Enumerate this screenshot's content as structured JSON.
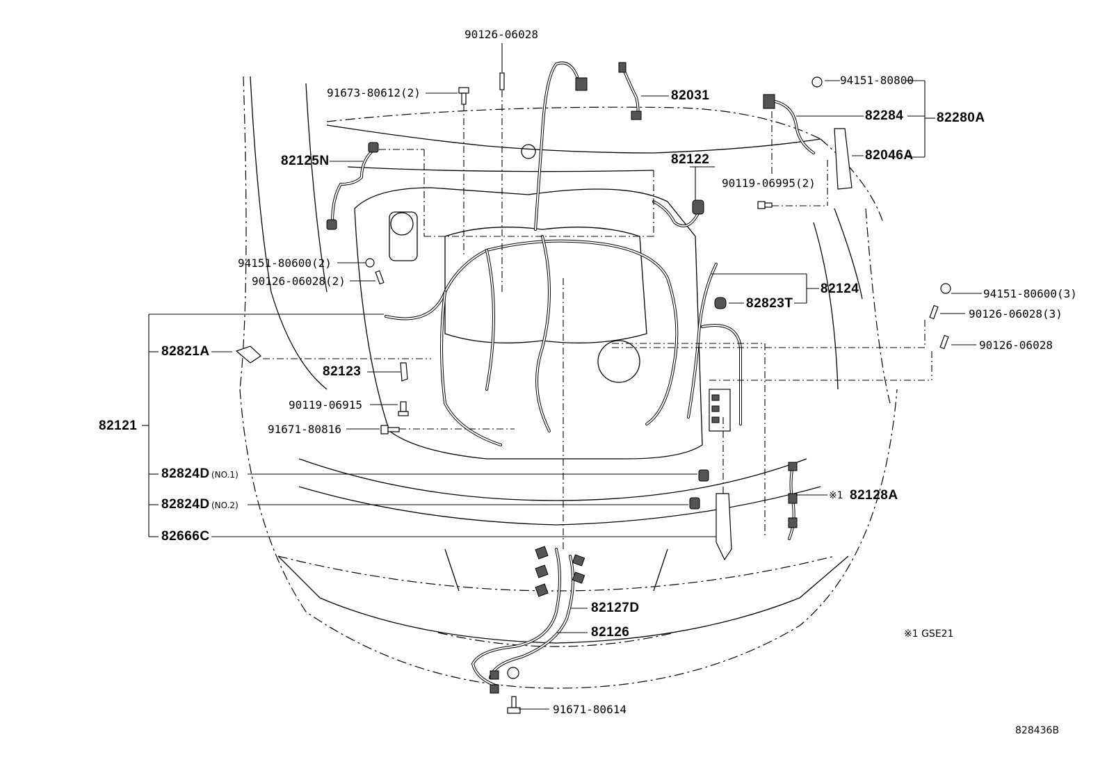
{
  "labels": {
    "p90126_06028_top": "90126-06028",
    "p91673_80612": "91673-80612(2)",
    "p82031": "82031",
    "p94151_80800": "94151-80800",
    "p82284": "82284",
    "p82280A": "82280A",
    "p82046A": "82046A",
    "p82125N": "82125N",
    "p82122": "82122",
    "p90119_06995": "90119-06995(2)",
    "p94151_80600_2": "94151-80600(2)",
    "p90126_06028_2": "90126-06028(2)",
    "p82124": "82124",
    "p82823T": "82823T",
    "p94151_80600_3": "94151-80600(3)",
    "p90126_06028_3": "90126-06028(3)",
    "p90126_06028_right": "90126-06028",
    "p82821A": "82821A",
    "p82123": "82123",
    "p90119_06915": "90119-06915",
    "p82121": "82121",
    "p91671_80816": "91671-80816",
    "p82824D_1": "82824D",
    "p82824D_1_note": "(NO.1)",
    "p82824D_2": "82824D",
    "p82824D_2_note": "(NO.2)",
    "p82128A_mark": "※1",
    "p82128A": "82128A",
    "p82666C": "82666C",
    "p82127D": "82127D",
    "p82126": "82126",
    "p91671_80614": "91671-80614",
    "footnote": "※1 GSE21",
    "diagram_id": "828436B"
  }
}
